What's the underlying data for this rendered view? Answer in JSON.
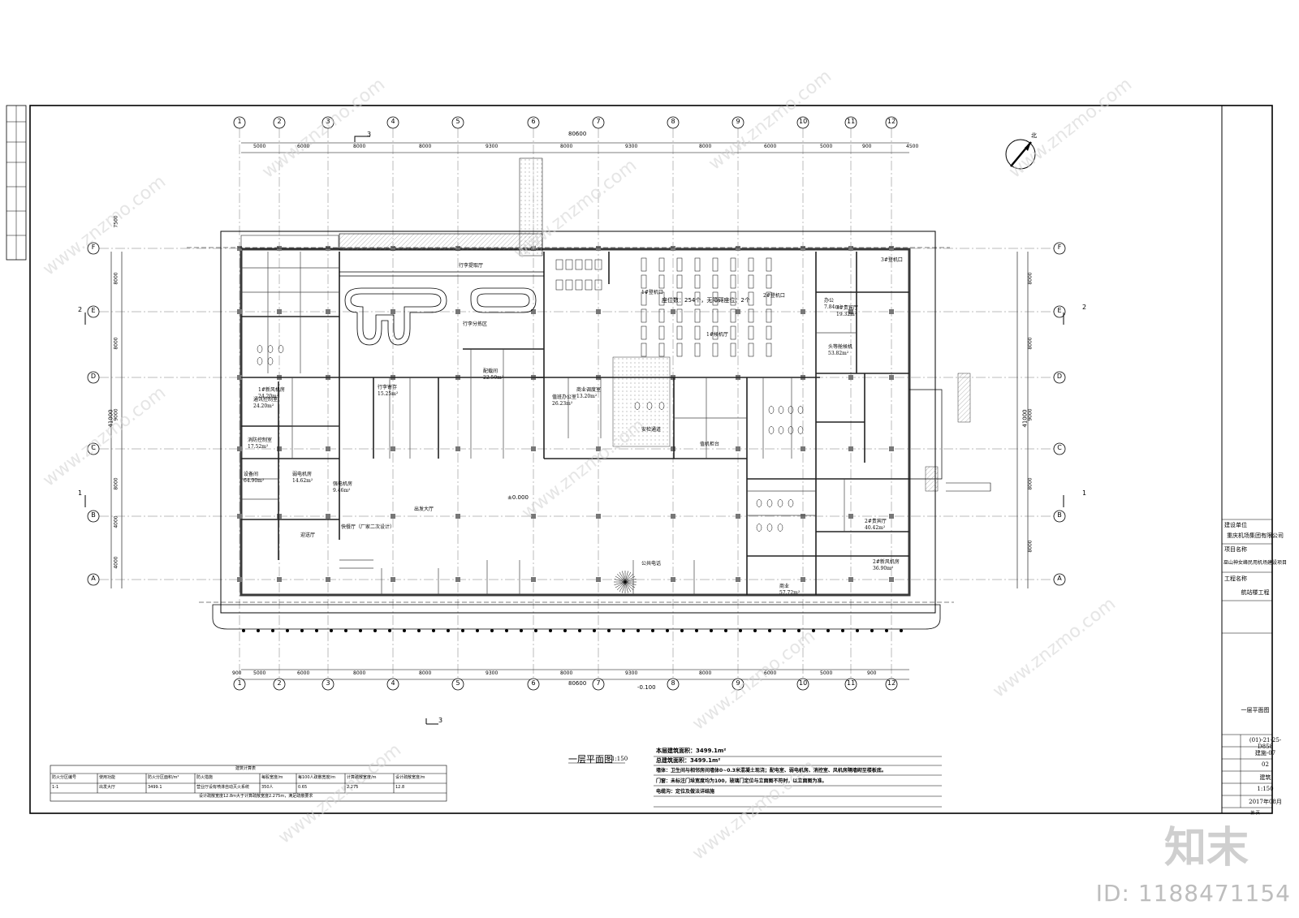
{
  "drawing": {
    "title": "一层平面图",
    "scale_label": "1:150",
    "top_overall_dim": "80600",
    "bottom_overall_dim": "80600",
    "top_bay_dims": [
      "5000",
      "6000",
      "8000",
      "8000",
      "9300",
      "8000",
      "9300",
      "8000",
      "6000",
      "5000",
      "900",
      "4500"
    ],
    "bottom_bay_dims": [
      "900",
      "5000",
      "6000",
      "8000",
      "8000",
      "9300",
      "8000",
      "9300",
      "8000",
      "6000",
      "5000",
      "900"
    ],
    "left_row_dims": [
      "7500",
      "8000",
      "8000",
      "9000",
      "8000",
      "4000",
      "4000"
    ],
    "left_overall_dim": "41000",
    "right_row_dims": [
      "8000",
      "8000",
      "9000",
      "8000",
      "8000"
    ],
    "right_overall_dim": "41000",
    "col_axes": [
      "1",
      "2",
      "3",
      "4",
      "5",
      "6",
      "7",
      "8",
      "9",
      "10",
      "11",
      "12"
    ],
    "row_axes": [
      "F",
      "E",
      "D",
      "C",
      "B",
      "A"
    ],
    "section_marks": [
      "3",
      "3",
      "2",
      "2",
      "1",
      "1"
    ],
    "north_label": "北",
    "elevation_main": "±0.000",
    "elevation_outside": "-0.100"
  },
  "rooms": [
    {
      "name": "1#候机厅",
      "area": ""
    },
    {
      "name": "2#登机口",
      "area": ""
    },
    {
      "name": "1#登机口",
      "area": ""
    },
    {
      "name": "3#登机口",
      "area": ""
    },
    {
      "name": "头等舱候机",
      "area": "53.82m²"
    },
    {
      "name": "行李提取厅",
      "area": ""
    },
    {
      "name": "迎送厅",
      "area": ""
    },
    {
      "name": "出发大厅",
      "area": ""
    },
    {
      "name": "快餐厅（厂家二次设计）",
      "area": ""
    },
    {
      "name": "行李分拣区",
      "area": ""
    },
    {
      "name": "值班办公室",
      "area": "26.23m²"
    },
    {
      "name": "商业调度室",
      "area": "13.20m²"
    },
    {
      "name": "配载间",
      "area": "22.50m²"
    },
    {
      "name": "办公",
      "area": "7.84m²"
    },
    {
      "name": "通讯控制室",
      "area": "24.20m²"
    },
    {
      "name": "消防控制室",
      "area": "17.52m²"
    },
    {
      "name": "弱电机房",
      "area": "14.62m²"
    },
    {
      "name": "强电机房",
      "area": "9.46m²"
    },
    {
      "name": "设备间",
      "area": "64.90m²"
    },
    {
      "name": "商业",
      "area": "57.72m²"
    },
    {
      "name": "2#贵宾厅",
      "area": "40.42m²"
    },
    {
      "name": "3#贵宾厅",
      "area": "19.32m²"
    },
    {
      "name": "安检通道",
      "area": ""
    },
    {
      "name": "值机柜台",
      "area": ""
    },
    {
      "name": "行李寄存",
      "area": "15.25m²"
    },
    {
      "name": "公共电话",
      "area": ""
    },
    {
      "name": "2#新风机房",
      "area": "36.90m²"
    },
    {
      "name": "1#新风机房",
      "area": "24.20m²"
    }
  ],
  "notes": {
    "seats": "座位数：254个，无障碍座位：2个",
    "floor_area": "本层建筑面积：3499.1m²",
    "total_area": "总建筑面积：3499.1m²",
    "note_walls": "墙体：卫生间与相邻房间墙体0~0.3米混凝土现浇；配电室、弱电机房、消控室、风机房隔墙砌至楼板底。",
    "note_doors": "门窗：未标注门垛宽度均为100，玻璃门定位与立面图不符时，以立面图为准。",
    "note_cable": "电缆沟：定位及做法详结施"
  },
  "calc_table": {
    "title": "建筑计算表",
    "headers": [
      "防火分区编号",
      "使用功能",
      "防火分区面积/m²",
      "防火措施",
      "每股宽度/m",
      "每100人疏散宽度/m",
      "计算疏散宽度/m",
      "设计疏散宽度/m"
    ],
    "row": [
      "1-1",
      "出发大厅",
      "3499.1",
      "营业厅设有喷淋自动灭火系统",
      "350人",
      "0.65",
      "2.275",
      "12.8"
    ],
    "footnote": "设计疏散宽度12.8m大于计算疏散宽度2.275m，满足疏散要求"
  },
  "title_block": {
    "client_label": "建设单位",
    "client": "重庆机场集团有限公司",
    "project_label": "项目名称",
    "project": "巫山神女峰民用机场建设项目",
    "work_label": "工程名称",
    "work": "航站楼工程",
    "sheet_title": "一层平面图",
    "project_no": "(01)-21-25-D858",
    "drawing_no": "建施-07",
    "version": "02",
    "discipline": "建筑",
    "scale": "1:150",
    "date": "2017年08月",
    "sheet_no": "第  页"
  },
  "watermark": {
    "brand": "知末",
    "id": "ID: 1188471154",
    "site": "www.znzmo.com"
  },
  "colors": {
    "line": "#000000",
    "hatch": "#9a9a9a",
    "wall": "#4a4a4a",
    "watermark": "#d0d0d0"
  }
}
